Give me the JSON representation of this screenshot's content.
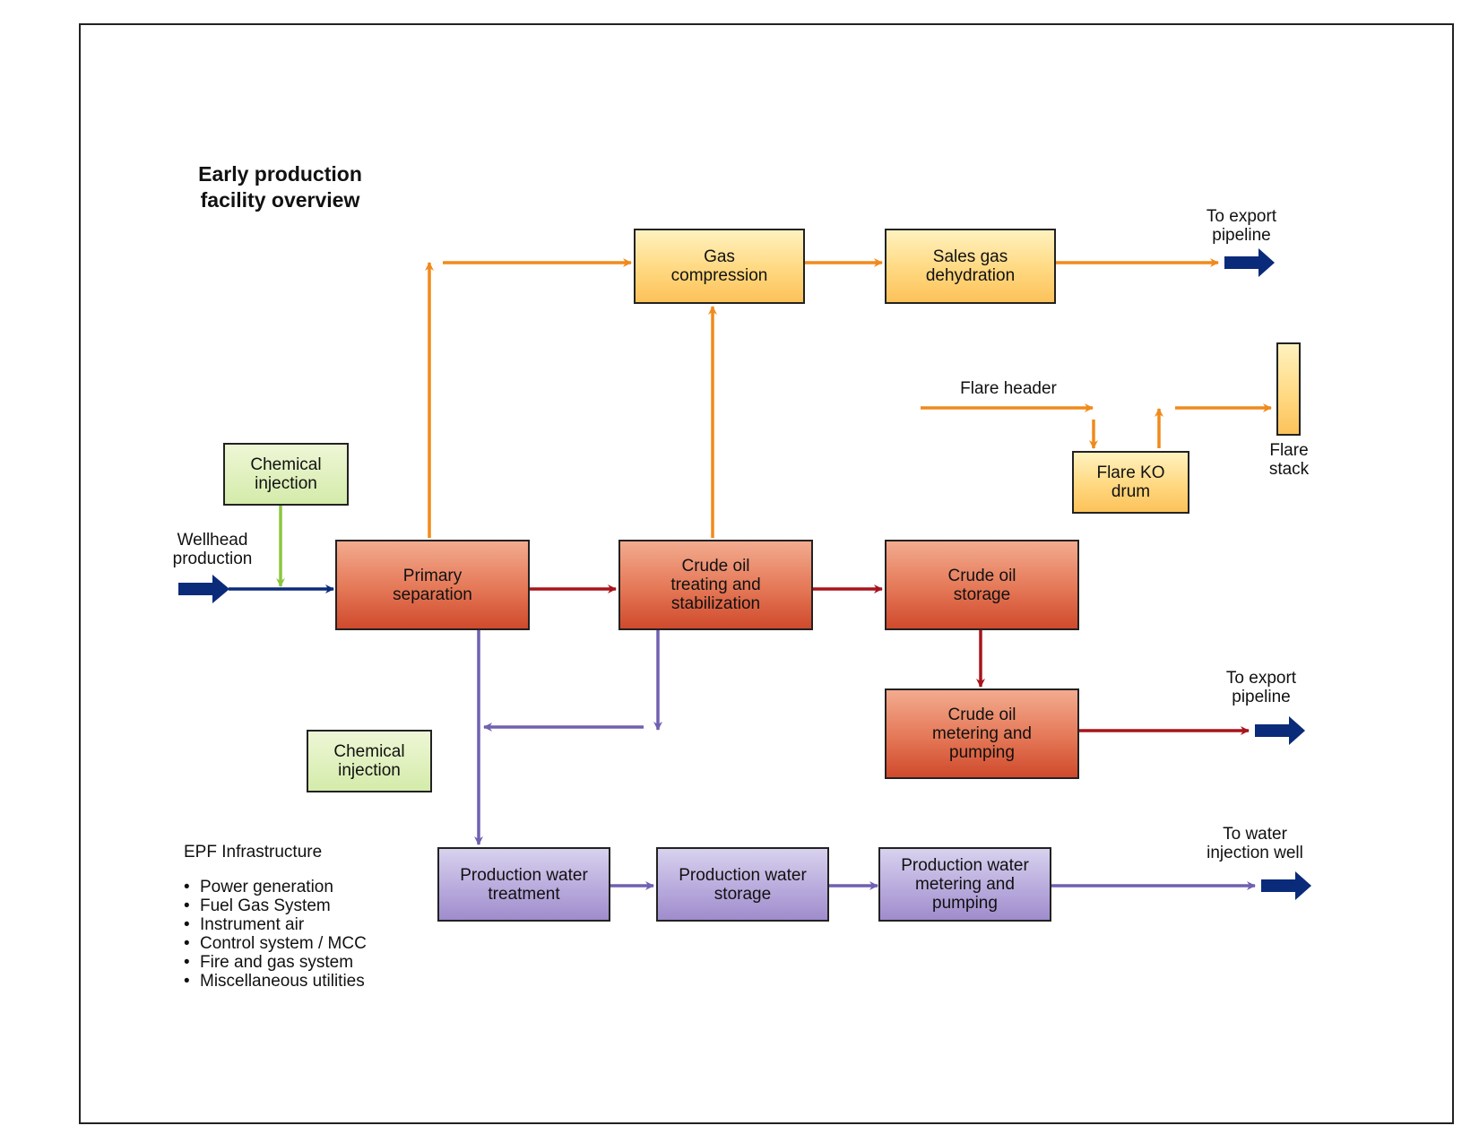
{
  "title": "Early production\nfacility overview",
  "boxes": {
    "gas_compression": "Gas\ncompression",
    "sales_gas_dehydration": "Sales gas\ndehydration",
    "flare_ko_drum": "Flare KO\ndrum",
    "chemical_injection_top": "Chemical\ninjection",
    "primary_separation": "Primary\nseparation",
    "crude_oil_treating": "Crude oil\ntreating and\nstabilization",
    "crude_oil_storage": "Crude oil\nstorage",
    "crude_oil_metering": "Crude oil\nmetering and\npumping",
    "chemical_injection_bottom": "Chemical\ninjection",
    "water_treatment": "Production water\ntreatment",
    "water_storage": "Production water\nstorage",
    "water_metering": "Production water\nmetering and\npumping"
  },
  "labels": {
    "export_gas": "To export\npipeline",
    "flare_header": "Flare header",
    "flare_stack": "Flare\nstack",
    "wellhead": "Wellhead\nproduction",
    "export_oil": "To export\npipeline",
    "water_injection": "To water\ninjection well"
  },
  "infrastructure": {
    "heading": "EPF Infrastructure",
    "items": [
      "Power generation",
      "Fuel Gas System",
      "Instrument air",
      "Control system / MCC",
      "Fire and gas system",
      "Miscellaneous utilities"
    ]
  },
  "colors": {
    "gas_flow": "#f08a1c",
    "oil_flow": "#a8141c",
    "water_flow": "#7060b0",
    "chemical_flow": "#8cc63f",
    "inlet_flow": "#0a2a7a"
  }
}
